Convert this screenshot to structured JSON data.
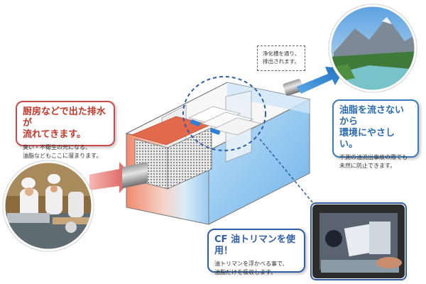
{
  "kitchen": {
    "title_line1": "厨房などで出た排水が",
    "title_line2": "流れてきます。",
    "desc_line1": "臭い・不衛生の元になる、",
    "desc_line2": "油脂などもここに溜まります。"
  },
  "purify": {
    "line1": "浄化槽を通り、",
    "line2": "排出されます。"
  },
  "environment": {
    "title_line1": "油脂を流さないから",
    "title_line2": "環境にやさしい。",
    "desc_line1": "不測の油流出事故の際でも",
    "desc_line2": "未然に防止できます。"
  },
  "cf": {
    "title": "CF 油トリマンを使用！",
    "desc_line1": "油トリマンを浮かべる事で、",
    "desc_line2": "油脂だけを吸収します。"
  },
  "colors": {
    "inflow_red": "#d9534f",
    "outflow_blue": "#2e86d6",
    "accent_blue": "#2f5da8",
    "accent_red": "#c0392b"
  }
}
